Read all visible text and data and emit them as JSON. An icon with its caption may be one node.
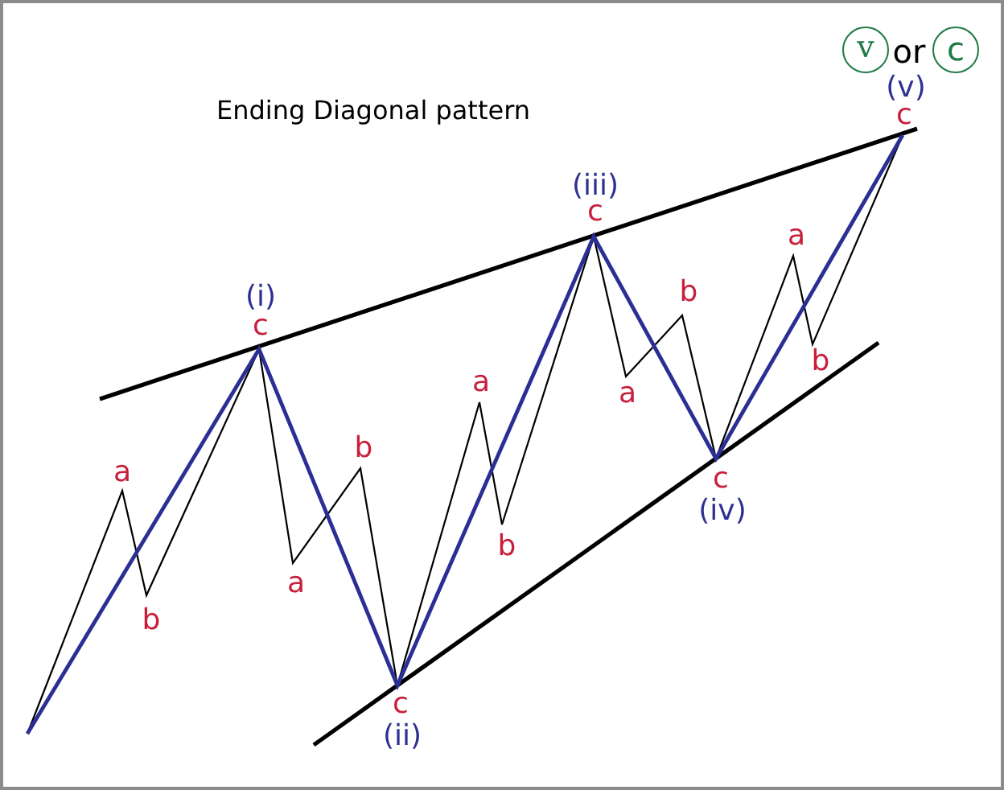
{
  "diagram": {
    "title": "Ending Diagonal pattern",
    "nodes": [
      {
        "text": [
          "v"
        ]
      },
      {
        "text": [
          "c"
        ]
      }
    ],
    "labels": [
      "or",
      "a",
      "b",
      "(i)",
      "c",
      "a",
      "b",
      "c",
      "(ii)",
      "a",
      "b",
      "(iii)",
      "c",
      "a",
      "b",
      "c",
      "(iv)",
      "a",
      "b",
      "(v)",
      "c"
    ]
  }
}
